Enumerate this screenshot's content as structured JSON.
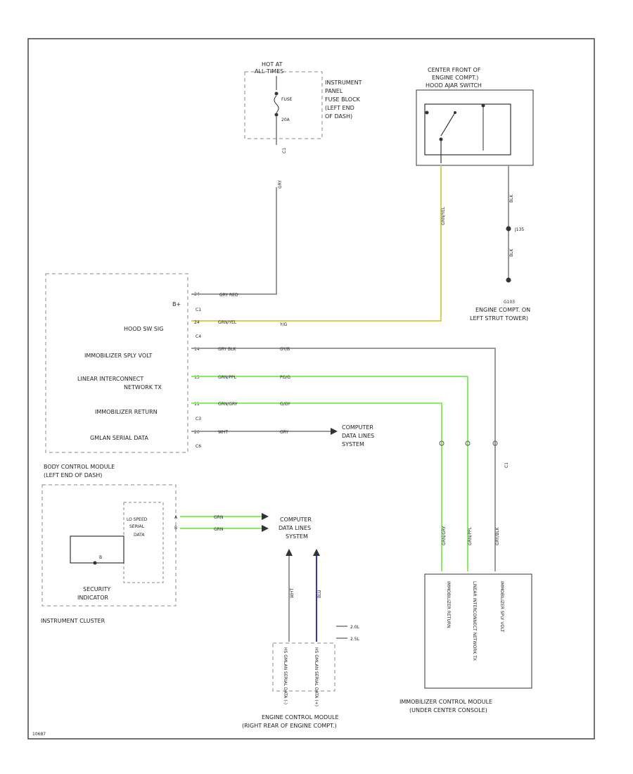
{
  "colors": {
    "wire_default": "#9a9a9a",
    "wire_yellow": "#d8d050",
    "wire_green": "#88ee66",
    "wire_blue": "#3333cc",
    "border": "#444444",
    "text": "#222222"
  },
  "fuse_block": {
    "hot_at": [
      "HOT AT",
      "ALL TIMES"
    ],
    "fuse_name": "FUSE",
    "fuse_rating": "20A",
    "location": [
      "INSTRUMENT",
      "PANEL",
      "FUSE BLOCK",
      "(LEFT END",
      "OF DASH)"
    ],
    "pin": "C1",
    "wire_color": "GRY"
  },
  "hood_switch": {
    "location": [
      "CENTER FRONT OF",
      "ENGINE COMPT.)"
    ],
    "name": "HOOD AJAR SWITCH",
    "wire_left": "GRN/YEL",
    "wire_right": "BLK",
    "splice": "J135",
    "wire_after_splice": "BLK"
  },
  "ground": {
    "id": "G103",
    "location": [
      "ENGINE COMPT. ON",
      "LEFT STRUT TOWER)"
    ]
  },
  "bcm": {
    "name": [
      "BODY CONTROL MODULE",
      "(LEFT END OF DASH)"
    ],
    "b_plus": "B+",
    "pins": [
      {
        "label": "",
        "pin": "24",
        "wire": "GRY RED",
        "conn": "C1"
      },
      {
        "label": "HOOD SW SIG",
        "pin": "24",
        "wire": "GRN/YEL",
        "far_wire": "Y/G",
        "conn": "C4"
      },
      {
        "label": "IMMOBILIZER SPLY VOLT",
        "pin": "14",
        "wire": "GRY BLK",
        "far_wire": "GY/B"
      },
      {
        "label": "LINEAR INTERCONNECT",
        "label2": "NETWORK TX",
        "pin": "13",
        "wire": "GRN/PPL",
        "far_wire": "PG/G"
      },
      {
        "label": "IMMOBILIZER RETURN",
        "pin": "11",
        "wire": "GRN/GRY",
        "far_wire": "G/GY",
        "conn": "C3"
      },
      {
        "label": "GMLAN SERIAL DATA",
        "pin": "20",
        "wire": "WHT",
        "far_wire": "GRY",
        "conn": "C6"
      }
    ],
    "destination": [
      "COMPUTER",
      "DATA LINES",
      "SYSTEM"
    ]
  },
  "cluster": {
    "name": "INSTRUMENT CLUSTER",
    "serial": [
      "LO SPEED",
      "SERIAL",
      "DATA"
    ],
    "pins": [
      "A",
      "B"
    ],
    "wire": "GRN",
    "destination": [
      "COMPUTER",
      "DATA LINES",
      "SYSTEM"
    ],
    "indicator": [
      "SECURITY",
      "INDICATOR"
    ],
    "indicator_pin": "B"
  },
  "imm_module": {
    "name": [
      "IMMOBILIZER CONTROL MODULE",
      "(UNDER CENTER CONSOLE)"
    ],
    "pins": [
      "IMMOBILIZER RETURN",
      "LINEAR INTERCONNECT NETWORK TX",
      "IMMOBILIZER SPLY VOLT"
    ],
    "wires": [
      "GRN/GRY",
      "GRN/PPL",
      "GRY/BLK"
    ],
    "conn": "C1"
  },
  "ecm": {
    "name": [
      "ENGINE CONTROL MODULE",
      "(RIGHT REAR OF ENGINE COMPT.)"
    ],
    "pins": [
      "HS GMLAN SERIAL DATA (-)",
      "HS GMLAN SERIAL DATA (+)"
    ],
    "wires": [
      "WHT",
      "BLU"
    ],
    "side_labels": [
      "2.0L",
      "2.5L"
    ]
  },
  "footer": {
    "ref": "10687"
  }
}
